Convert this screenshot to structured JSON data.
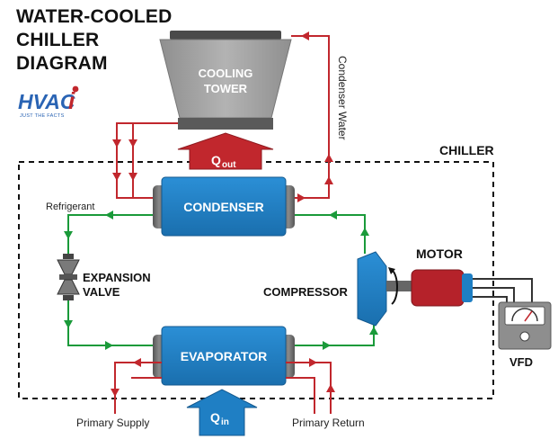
{
  "title": {
    "line1": "WATER-COOLED",
    "line2": "CHILLER",
    "line3": "DIAGRAM"
  },
  "logo": {
    "text": "HVAC",
    "letter_i": "i",
    "tagline": "JUST THE FACTS"
  },
  "components": {
    "cooling_tower_line1": "COOLING",
    "cooling_tower_line2": "TOWER",
    "condenser": "CONDENSER",
    "evaporator": "EVAPORATOR",
    "compressor": "COMPRESSOR",
    "motor": "MOTOR",
    "vfd": "VFD",
    "expansion_valve_line1": "EXPANSION",
    "expansion_valve_line2": "VALVE",
    "chiller": "CHILLER"
  },
  "heat_flows": {
    "q_out": "Q",
    "q_out_sub": "out",
    "q_in": "Q",
    "q_in_sub": "in"
  },
  "flow_labels": {
    "refrigerant": "Refrigerant",
    "condenser_water": "Condenser Water",
    "primary_supply": "Primary Supply",
    "primary_return": "Primary Return"
  },
  "colors": {
    "water_line": "#c1272d",
    "refrigerant_line": "#1a9a3a",
    "component_blue": "#1f7fc4",
    "motor_red": "#b5222a",
    "tower_gray": "#9e9e9e",
    "q_in_blue": "#1f7fc4",
    "q_out_red": "#c1272d"
  }
}
